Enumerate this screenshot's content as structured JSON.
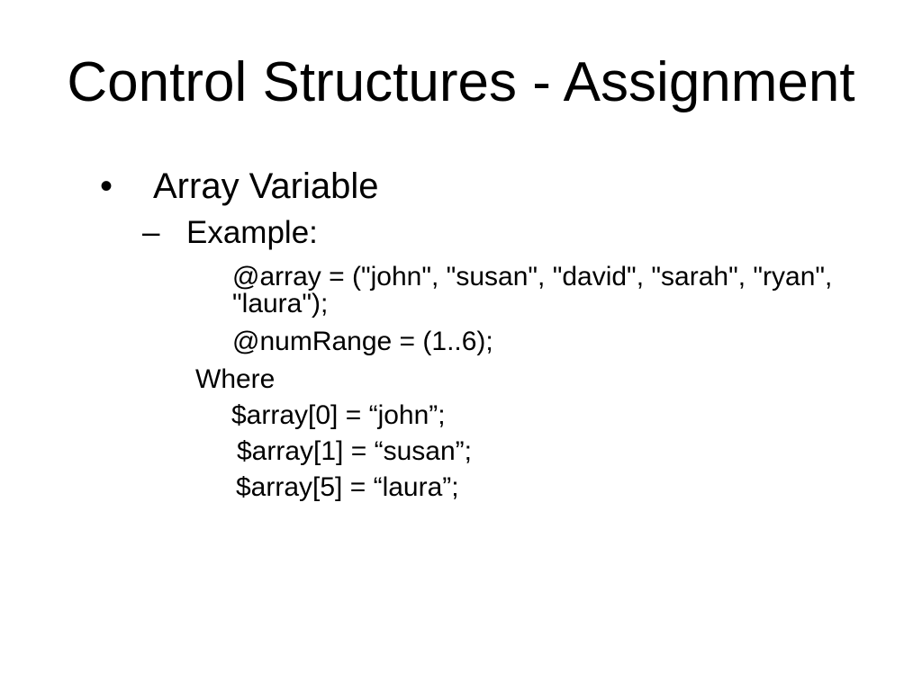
{
  "slide": {
    "title": "Control Structures - Assignment",
    "background_color": "#ffffff",
    "text_color": "#000000",
    "bullet1": {
      "marker": "•",
      "label": "Array Variable"
    },
    "bullet2": {
      "marker": "–",
      "label": "Example:"
    },
    "code_lines": [
      "@array = (\"john\", \"susan\", \"david\", \"sarah\", \"ryan\",",
      "\"laura\");",
      "@numRange = (1..6);",
      "Where",
      "$array[0] = “john”;",
      "$array[1] = “susan”;",
      "$array[5] = “laura”;"
    ]
  }
}
